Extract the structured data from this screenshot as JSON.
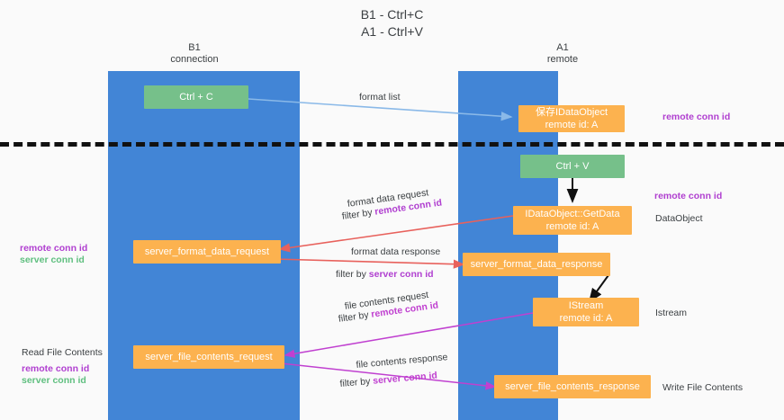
{
  "title": "B1 - Ctrl+C\nA1 - Ctrl+V",
  "columns": [
    {
      "name": "b1",
      "header": "B1\nconnection"
    },
    {
      "name": "a1",
      "header": "A1\nremote"
    }
  ],
  "nodes": [
    {
      "id": "ctrl-c",
      "line1": "Ctrl + C",
      "line2": "",
      "color": "green"
    },
    {
      "id": "save-idataobject",
      "line1": "保存IDataObject",
      "line2": "remote id: A",
      "color": "orange"
    },
    {
      "id": "ctrl-v",
      "line1": "Ctrl + V",
      "line2": "",
      "color": "green"
    },
    {
      "id": "idataobject-getdata",
      "line1": "IDataObject::GetData",
      "line2": "remote id: A",
      "color": "orange"
    },
    {
      "id": "server-format-data-request",
      "line1": "server_format_data_request",
      "line2": "",
      "color": "orange"
    },
    {
      "id": "server-format-data-response",
      "line1": "server_format_data_response",
      "line2": "",
      "color": "orange"
    },
    {
      "id": "istream",
      "line1": "IStream",
      "line2": "remote id: A",
      "color": "orange"
    },
    {
      "id": "server-file-contents-request",
      "line1": "server_file_contents_request",
      "line2": "",
      "color": "orange"
    },
    {
      "id": "server-file-contents-response",
      "line1": "server_file_contents_response",
      "line2": "",
      "color": "orange"
    }
  ],
  "edge_labels": {
    "format_list": "format list",
    "format_data_request": "format data request",
    "format_data_request_filter_prefix": "filter by ",
    "format_data_request_filter_key": "remote conn id",
    "format_data_response": "format data response",
    "format_data_response_filter_prefix": "filter by ",
    "format_data_response_filter_key": "server conn id",
    "file_contents_request": "file contents request",
    "file_contents_request_filter_prefix": "filter by ",
    "file_contents_request_filter_key": "remote conn id",
    "file_contents_response": "file contents response",
    "file_contents_response_filter_prefix": "filter by ",
    "file_contents_response_filter_key": "server conn id"
  },
  "side_labels": {
    "right_remote_conn_id_top": "remote conn id",
    "right_remote_conn_id_mid": "remote conn id",
    "right_dataobject": "DataObject",
    "right_istream": "Istream",
    "right_write_file_contents": "Write File Contents",
    "left_remote_conn_id": "remote conn id",
    "left_server_conn_id": "server conn id",
    "left_read_file_contents": "Read File Contents",
    "left_bottom_remote_conn_id": "remote conn id",
    "left_bottom_server_conn_id": "server conn id"
  },
  "colors": {
    "band": "#4285d6",
    "green_node": "#76c08a",
    "orange_node": "#fcb24f",
    "purple_key": "#b03fd0",
    "green_key": "#5fbf7f",
    "arrow_blue": "#8ab9e8",
    "arrow_red": "#e8615c",
    "arrow_magenta": "#c040d0",
    "arrow_black": "#111111",
    "divider": "#111111",
    "page_bg": "#fafafa"
  }
}
